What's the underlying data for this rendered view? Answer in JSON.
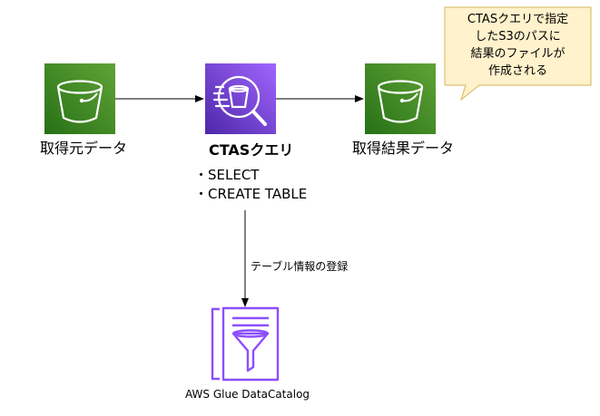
{
  "diagram": {
    "source_bucket": {
      "icon": "s3-bucket-icon",
      "label": "取得元データ"
    },
    "ctas_query": {
      "icon": "athena-query-icon",
      "title": "CTASクエリ",
      "operations": [
        "・SELECT",
        "・CREATE TABLE"
      ]
    },
    "result_bucket": {
      "icon": "s3-bucket-icon",
      "label": "取得結果データ"
    },
    "callout": {
      "lines": [
        "CTASクエリで指定",
        "したS3のパスに",
        "結果のファイルが",
        "作成される"
      ]
    },
    "catalog_edge_label": "テーブル情報の登録",
    "glue_catalog": {
      "icon": "glue-data-catalog-icon",
      "label": "AWS Glue DataCatalog"
    },
    "colors": {
      "s3_green_top": "#60a337",
      "s3_green_bottom": "#277116",
      "athena_purple_top": "#a166ff",
      "athena_purple_bottom": "#4d27a8",
      "glue_purple": "#8c4fff",
      "callout_fill": "#fff2cc",
      "callout_border": "#d6b656"
    }
  }
}
